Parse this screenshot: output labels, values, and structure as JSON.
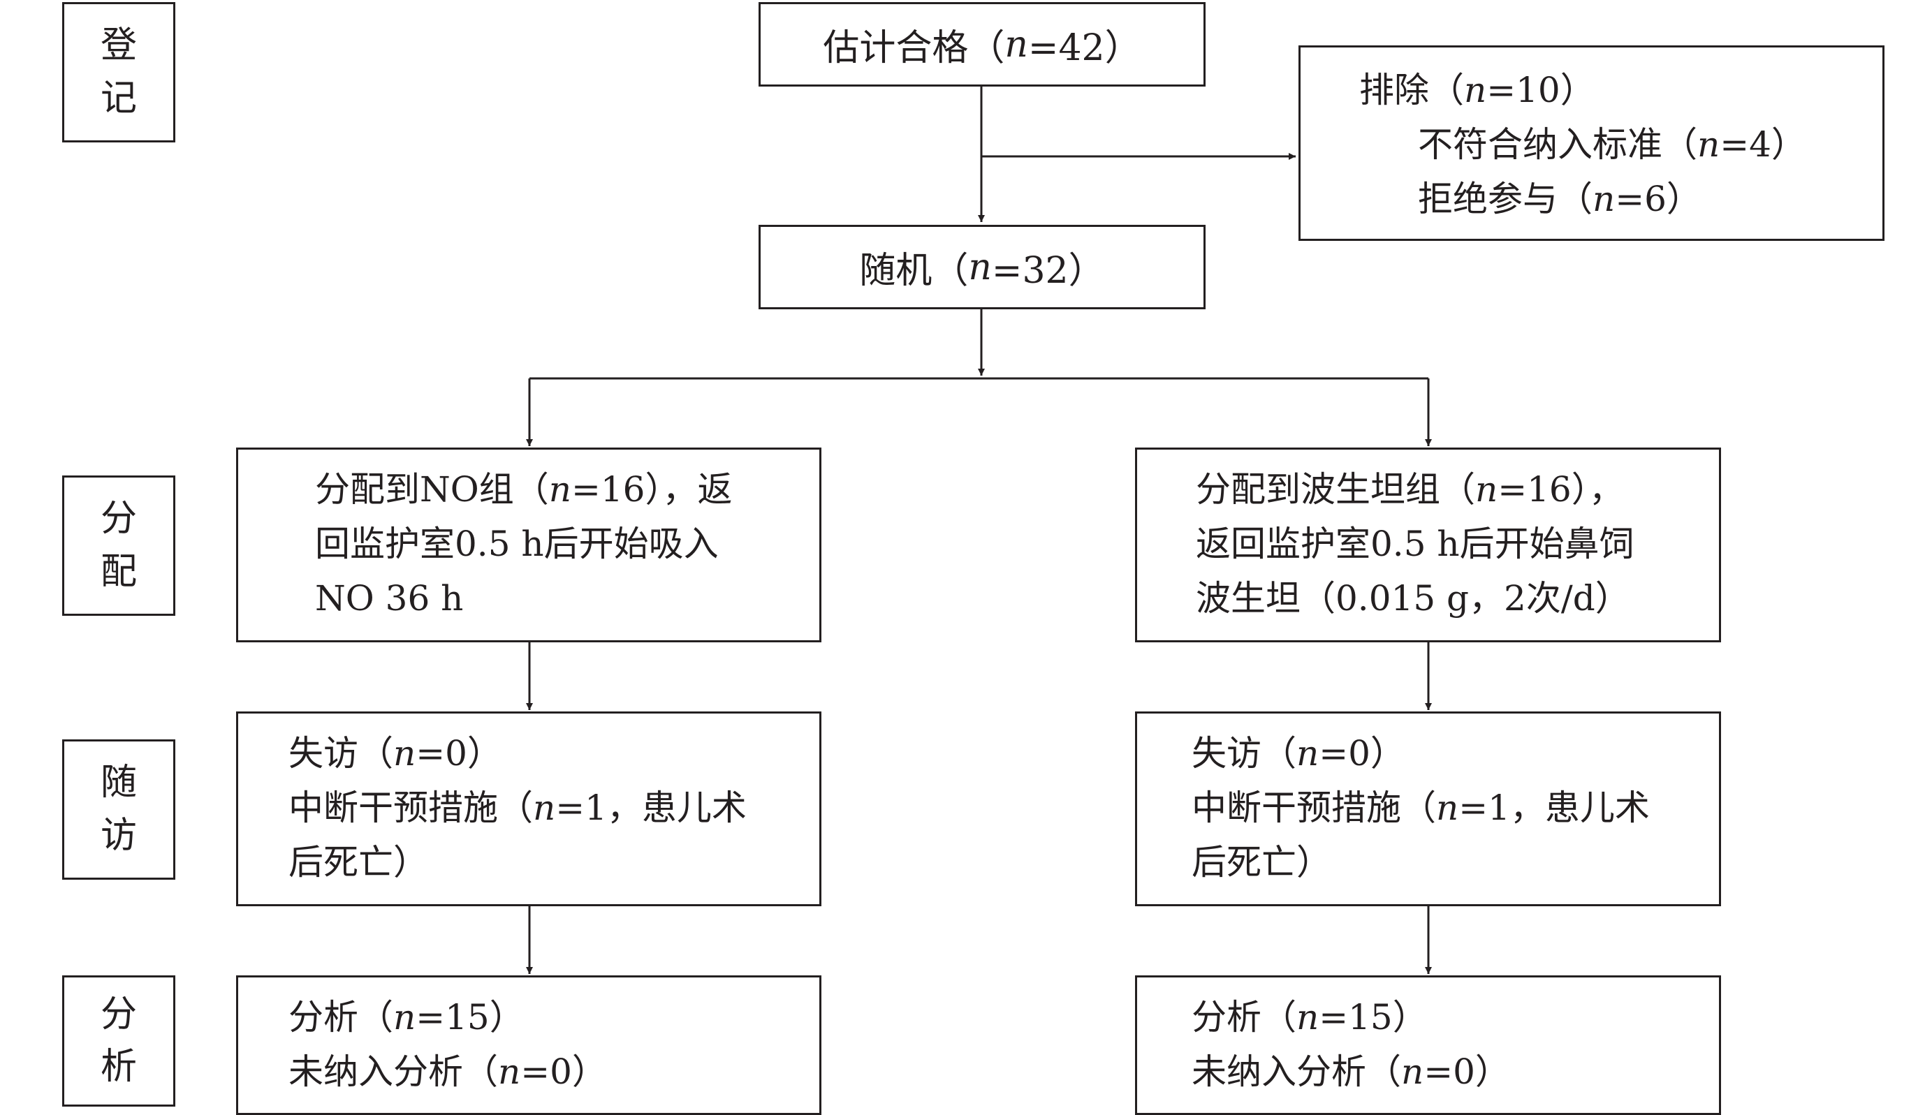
{
  "stages": {
    "enrollment": [
      "登",
      "记"
    ],
    "allocation": [
      "分",
      "配"
    ],
    "follow_up": [
      "随",
      "访"
    ],
    "analysis": [
      "分",
      "析"
    ]
  },
  "assessed": {
    "label": "估计合格（",
    "n": "n",
    "rest": "=42）"
  },
  "excluded": {
    "title": {
      "label": "排除（",
      "n": "n",
      "rest": "=10）"
    },
    "reason1": {
      "label": "不符合纳入标准（",
      "n": "n",
      "rest": "=4）"
    },
    "reason2": {
      "label": "拒绝参与（",
      "n": "n",
      "rest": "=6）"
    }
  },
  "randomized": {
    "label": "随机（",
    "n": "n",
    "rest": "=32）"
  },
  "arm_no": {
    "allocation": {
      "l1_pre": "分配到NO组（",
      "l1_n": "n",
      "l1_post": "=16），返",
      "l2": "回监护室0.5 h后开始吸入",
      "l3": "NO 36 h"
    },
    "follow_up": {
      "l1_pre": "失访（",
      "l1_n": "n",
      "l1_post": "=0）",
      "l2_pre": "中断干预措施（",
      "l2_n": "n",
      "l2_post": "=1，患儿术",
      "l3": "后死亡）"
    },
    "analysis": {
      "l1_pre": "分析（",
      "l1_n": "n",
      "l1_post": "=15）",
      "l2_pre": "未纳入分析（",
      "l2_n": "n",
      "l2_post": "=0）"
    }
  },
  "arm_bosentan": {
    "allocation": {
      "l1_pre": "分配到波生坦组（",
      "l1_n": "n",
      "l1_post": "=16），",
      "l2": "返回监护室0.5 h后开始鼻饲",
      "l3": "波生坦（0.015 g，2次/d）"
    },
    "follow_up": {
      "l1_pre": "失访（",
      "l1_n": "n",
      "l1_post": "=0）",
      "l2_pre": "中断干预措施（",
      "l2_n": "n",
      "l2_post": "=1，患儿术",
      "l3": "后死亡）"
    },
    "analysis": {
      "l1_pre": "分析（",
      "l1_n": "n",
      "l1_post": "=15）",
      "l2_pre": "未纳入分析（",
      "l2_n": "n",
      "l2_post": "=0）"
    }
  },
  "colors": {
    "line": "#231f20",
    "background": "#ffffff"
  }
}
